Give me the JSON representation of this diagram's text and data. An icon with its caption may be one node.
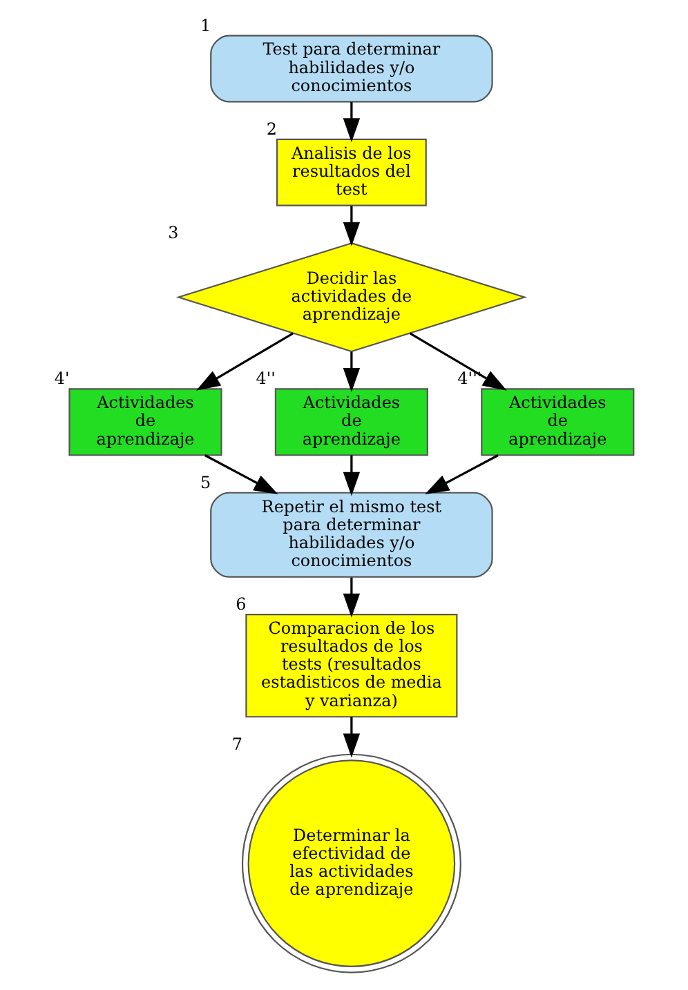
{
  "diagram": {
    "nodes": [
      {
        "text": [
          "Test para determinar habilidades y/o conocimientos"
        ],
        "beside": [
          "1"
        ]
      },
      {
        "text": [
          "Analisis de los resultados del test"
        ],
        "beside": [
          "2"
        ]
      },
      {
        "text": [
          "Decidir las actividades de aprendizaje"
        ],
        "beside": [
          "3"
        ]
      },
      {
        "text": [
          "Actividades de aprendizaje"
        ],
        "beside": [
          "4'"
        ]
      },
      {
        "text": [
          "Actividades de aprendizaje"
        ],
        "beside": [
          "4''"
        ]
      },
      {
        "text": [
          "Actividades de aprendizaje"
        ],
        "beside": [
          "4'''"
        ]
      },
      {
        "text": [
          "Repetir el mismo test para determinar habilidades y/o conocimientos"
        ],
        "beside": [
          "5"
        ]
      },
      {
        "text": [
          "Comparacion de los resultados de los tests (resultados estadisticos de media y varianza)"
        ],
        "beside": [
          "6"
        ]
      },
      {
        "text": [
          "Determinar la efectividad de las actividades de aprendizaje"
        ],
        "beside": [
          "7"
        ]
      }
    ],
    "edges": [
      {
        "from": 0,
        "to": 1,
        "arrow": "to"
      },
      {
        "from": 1,
        "to": 2,
        "arrow": "to"
      },
      {
        "from": 2,
        "to": 3,
        "arrow": "to"
      },
      {
        "from": 2,
        "to": 4,
        "arrow": "to"
      },
      {
        "from": 2,
        "to": 5,
        "arrow": "to"
      },
      {
        "from": 3,
        "to": 6,
        "arrow": "to"
      },
      {
        "from": 4,
        "to": 6,
        "arrow": "to"
      },
      {
        "from": 5,
        "to": 6,
        "arrow": "to"
      },
      {
        "from": 6,
        "to": 7,
        "arrow": "to"
      },
      {
        "from": 7,
        "to": 8,
        "arrow": "to"
      }
    ]
  }
}
